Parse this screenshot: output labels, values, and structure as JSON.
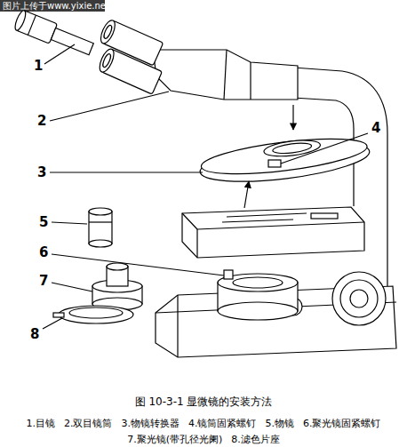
{
  "diagram": {
    "caption": "图 10-3-1 显微镜的安装方法",
    "labels": [
      "图片上传于www.yixie.net",
      "1",
      "2",
      "3",
      "4",
      "5",
      "6",
      "7",
      "8",
      "1.目镜",
      "2.双目镜筒",
      "3.物镜转换器",
      "4.镜筒固紧螺钉",
      "5.物镜",
      "6.聚光镜固紧螺钉",
      "7.聚光镜(带孔径光阑)",
      "8.滤色片座"
    ]
  }
}
